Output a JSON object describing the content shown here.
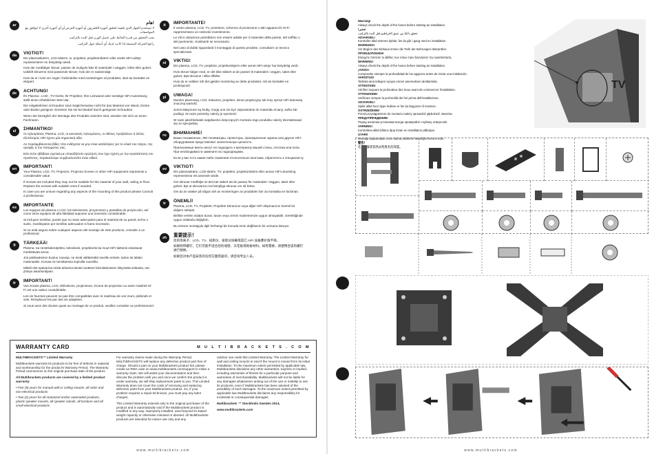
{
  "left_page": {
    "col_a": [
      {
        "code": "ar",
        "title": "!هام",
        "rtl": true,
        "paras": [
          "لا تستخدم الجهاز الذي تلقيته لتعليق أجهزة التلفزيون أو أجهزة العرض أو أي أجهزة أخرى لا تتوافق مع المواصفات",
          "يجب التحقق من قدرة الحائط على تحمل الوزن قبل البدء بالتركيب",
          "راجع الشركة المصنعة إذا كانت لديك أي أسئلة حول التركيب"
        ]
      },
      {
        "code": "da",
        "title": "VIGTIGT!",
        "rtl": false,
        "paras": [
          "Din plasmaskærm, LCD-skærm, tv, projektor, projektorskærm eller andet HiFi-udstyr repræsenterer en betydelig værdi.",
          "Hvis der medfølger skruer, passer de muligvis ikke til materialet i væggen, loftet eller gulvet. Udskift skruerne med passende skruer, hvis der er nødvendigt.",
          "Hvis du er i tvivl om noget i forbindelse med monteringen af produktet, skal du kontakte en ekspert."
        ]
      },
      {
        "code": "de",
        "title": "ACHTUNG!",
        "rtl": false,
        "paras": [
          "Ihr Plasma-, LCD-, TV-Gerät, Ihr Projektor, Ihre Leinwand oder sonstige HiFi-Ausrüstung stellt einen erheblichen Wert dar.",
          "Die mitgelieferten Schrauben sind möglicherweise nicht für das Material von Wand, Decke oder Boden geeignet. Ersetzen Sie sie bei Bedarf durch geeignete Schrauben.",
          "Wenn Sie bezüglich der Montage des Produkts unsicher sind, wenden Sie sich an einen Fachmann."
        ]
      },
      {
        "code": "el",
        "title": "ΣΗΜΑΝΤΙΚΟ!",
        "rtl": false,
        "paras": [
          "Οι τηλεοράσεις Plasma, LCD, οι κανονικές τηλεοράσεις, οι οθόνες προβολέων ή άλλος εξοπλισμός HiFi έχουν μία σημαντική αξία.",
          "Αν περιλαμβάνονται βίδες τότε ενδέχεται να μην είναι κατάλληλες για το υλικό του τοίχου, της οροφής ή του πατώματος σας.",
          "Εάν είστε αβέβαιοι σχετικά με οποιαδήποτε ερώτηση που έχει σχέση με την εγκατάσταση του προϊόντος, παρακαλούμε συμβουλευτείτε έναν ειδικό."
        ]
      },
      {
        "code": "en",
        "title": "IMPORTANT!",
        "rtl": false,
        "paras": [
          "Your Plasma, LCD, TV, Projector, Projector Screen or other HiFi equipment represents a considerable value.",
          "If screws are included they may not be suitable for the material of your wall, ceiling or floor. Replace the screws with suitable ones if needed.",
          "In case you are unsure regarding any aspects of the mounting of this product please Consult a professional."
        ]
      },
      {
        "code": "es",
        "title": "IMPORTANTE",
        "rtl": false,
        "paras": [
          "Los equipos de plasma o LCD, los televisores, proyectores y pantallas de proyección, así como otros equipos de alta fidelidad suponen una inversión considerable.",
          "Si incluyen tornillos, puede que no sean adecuados para el material de su pared, techo o suelo. Sustitúyalos por tornillos adecuados si fuera necesario.",
          "Si no está seguro sobre cualquier aspecto del montaje de este producto, consulte a un profesional."
        ]
      },
      {
        "code": "fi",
        "title": "TÄRKEÄÄ!",
        "rtl": false,
        "paras": [
          "Plasma- tai nestekidenäyttösi, televisiosi, projektorisi tai muut HiFi-laitteesi edustavat merkittävää arvoa.",
          "Jos pakkaukseen kuuluu ruuveja, ne eivät välttämättä sovellu seinän, katon tai lattian materiaaliin. Korvaa ne tarvittaessa sopivilla ruuveilla.",
          "Mikäli olet epävarma mistä tahansa tämän tuotteen kiinnittämiseen liittyvästä seikasta, ota yhteys asiantuntijaan."
        ]
      },
      {
        "code": "fr",
        "title": "IMPORTANT!",
        "rtl": false,
        "paras": [
          "Vos écrans plasma, LCD, télévisions, projecteurs, écrans de projection ou autre matériel Hi-Fi ont une valeur considérable.",
          "Les vis fournies peuvent ne pas être compatibles avec le matériau de vos murs, plafonds et sols. Remplacez-les par des vis adaptées.",
          "Si vous avez des doutes quant au montage de ce produit, veuillez consulter un professionnel."
        ]
      }
    ],
    "col_b": [
      {
        "code": "it",
        "title": "IMPORTANTE!",
        "rtl": false,
        "paras": [
          "Il vostro plasma, LCD, TV, proiettore, schermo di proiezione o altri apparecchi Hi-Fi rappresentano un notevole investimento.",
          "Le viti in dotazione potrebbero non essere adatte per il materiale della parete, del soffitto o del pavimento. Sostituirle se necessario.",
          "Nel caso di dubbi riguardanti il montaggio di questo prodotto, consultare un tecnico specializzato."
        ]
      },
      {
        "code": "nl",
        "title": "VIKTIG!",
        "rtl": false,
        "paras": [
          "Din plasma, LCD, TV, projektor, projektorskjerm eller annet HiFi-utstyr har betydelig verdi.",
          "Hvis skruer følger med, er det ikke sikkert at de passer til materialet i veggen, taket eller gulvet. Bytt skruene i slike tilfeller.",
          "Hvis du er usikker når det gjelder montering av dette produktet, må du kontakte en profesjonell."
        ]
      },
      {
        "code": "pl",
        "title": "UWAGA!",
        "rtl": false,
        "paras": [
          "Monitor plazmowy, LCD, telewizor, projektor, ekran projekcyjny lub inny sprzęt HiFi stanowią znaczną wartość.",
          "Jeżeli dołączone są śruby, mogą one nie być odpowiednie do materiału ściany, sufitu lub podłogi. W razie potrzeby należy je wymienić.",
          "W razie jakichkolwiek wątpliwości dotyczących montażu tego produktu należy skontaktować się ze specjalistą."
        ]
      },
      {
        "code": "ru",
        "title": "ВНИМАНИЕ!",
        "rtl": false,
        "paras": [
          "Ваши плазменные, ЖК-телевизоры, проекторы, проекционные экраны или другое HiFi-оборудование представляют значительную ценность.",
          "Прилагаемые винты могут не подходить к материалу вашей стены, потолка или пола. При необходимости замените их подходящими.",
          "Если у вас есть какие-либо сомнения относительно монтажа, обратитесь к специалисту."
        ]
      },
      {
        "code": "sv",
        "title": "VIKTIGT!",
        "rtl": false,
        "paras": [
          "Din plasmaskärm, LCD-skärm, TV, projektor, projektorskärm eller annan HiFi-utrustning representerar ett avsevärt värde.",
          "Om skruvar medföljer är det inte säkert att de passar för materialet i väggen, taket eller golvet. Byt ut skruvarna mot lämpliga skruvar om så krävs.",
          "Om du är osäker på någon del av monteringen av produkten bör du kontakta en fackman."
        ]
      },
      {
        "code": "tr",
        "title": "ÖNEMLİ!",
        "rtl": false,
        "paras": [
          "Plazma, LCD, TV, Projektör, Projektör Ekranınız veya diğer HiFi ekipmanınız önemli bir değere sahiptir.",
          "Birlikte verilen vidalar duvar, tavan veya zemin malzemenize uygun olmayabilir. Gerektiğinde uygun vidalarla değiştirin.",
          "Bu ürünün montajıyla ilgili herhangi bir konuda emin değilseniz bir uzmana danışın."
        ]
      },
      {
        "code": "zh",
        "title": "重要提示！",
        "rtl": false,
        "paras": [
          "您的等离子、LCD、TV、投影仪、投影仪屏幕或其它 HiFi 设备都价值不菲。",
          "如果附带螺钉，它们可能不适合您的墙壁、天花板或地板材料。如有需要，请使用合适的螺钉进行替换。",
          "如果您对本产品安装的任何方面有疑问，请咨询专业人员。"
        ]
      }
    ],
    "warranty": {
      "title": "WARRANTY CARD",
      "brand": "M U L T I B R A C K E T S . C O M",
      "col1": [
        {
          "text": "MULTIBRACKETS™ Limited Warranty",
          "style": "bold"
        },
        {
          "text": "Multibrackets warrants its products to be free of defects in material and workmanship for the product's Warranty Period. The Warranty Period commences on the original purchase date of the product.",
          "style": ""
        },
        {
          "text": "All Multibrackets products are covered by a limited product warranty:",
          "style": "bold"
        },
        {
          "text": "• Five (5) years for manual wall or ceiling mounts, all racks and non-electrical products.",
          "style": "ital"
        },
        {
          "text": "• Two (2) years for all motorized and/or automated products, plastic speaker mounts, all speaker stands, all furniture and all small electrical products.",
          "style": "ital"
        }
      ],
      "col2": [
        {
          "text": "For warranty claims made during the Warranty Period, MULTIBRACKETS will replace any defective product part free of charge. Should a part on your Multibrackets product fail, please create an RMA case on www.multibrackets.com/support to make a warranty claim. We will assist your documentation and then discuss the problem with you and once we confirm the product is under warranty, we will ship replacement parts to you. This Limited Warranty does not cover the costs of removing and replacing defective parts from your Multibrackets product. So, if your problem requires a repair technician, you must pay any labor charges.",
          "style": ""
        },
        {
          "text": "This Limited Warranty extends only to the original purchaser of the product and is automatically void if the Multibrackets product is modified in any way, improperly installed, used beyond its stated weight capacity or otherwise misused or abused. All Multibrackets products are intended for indoor use only and any",
          "style": ""
        }
      ],
      "col3": [
        {
          "text": "outdoor use voids this Limited Warranty. The Limited Warranty for wall and ceiling mounts is void if the mount is moved from its initial installation. To the maximum extent permitted by applicable law, Multibrackets disclaims any other warranties, express or implied, including warranties of fitness for a particular purpose and warranties of merchantability. Multibrackets will not be liable for any damages whatsoever arising out of the use or inability to use its products, even if Multibrackets has been advised of the possibility of such damages. To the maximum extent permitted by applicable law Multibrackets disclaims any responsibility for incidental or consequential damages.",
          "style": ""
        },
        {
          "text": "Multibrackets ™ Stockholm Sweden 2014,",
          "style": "bold"
        },
        {
          "text": "www.multibrackets.com",
          "style": "bold"
        }
      ]
    },
    "footer": "www.multibrackets.com"
  },
  "right_page": {
    "warnings": [
      {
        "title": "Warning!",
        "text": "Always check the depth of the hoses before starting an installation."
      },
      {
        "title": "!تحذير",
        "text": "تحقق دائمًا من عمق الخراطيم قبل البدء بالتركيب"
      },
      {
        "title": "ADVARSEL!",
        "text": "Kontroller altid rørenes dybde, før du går i gang med en installation."
      },
      {
        "title": "WARNUNG!",
        "text": "Vor Beginn des Einbaus immer die Tiefe der Bohrungen überprüfen."
      },
      {
        "title": "ΠΡΟΕΙΔΟΠΟΙΗΣΗ!",
        "text": "Ελέγχετε πάντοτε το βάθος των οπών πριν ξεκινήσετε την εγκατάσταση."
      },
      {
        "title": "WARNING!",
        "text": "Always check the depth of the hoses before starting an installation."
      },
      {
        "title": "¡AVISO!",
        "text": "Compruebe siempre la profundidad de los agujeros antes de iniciar una instalación."
      },
      {
        "title": "VAROITUS!",
        "text": "Tarkista aina letkujen syvyys ennen asennuksen aloittamista."
      },
      {
        "title": "ATTENTION!",
        "text": "Vérifiez toujours la profondeur des trous avant de commencer l'installation."
      },
      {
        "title": "ATTENZIONE!",
        "text": "Verificare sempre la profondità dei fori prima dell'installazione."
      },
      {
        "title": "ADVARSEL!",
        "text": "Sjekk alltid hvor dype hullene er før du begynner å montere."
      },
      {
        "title": "OSTRZEŻENIE!",
        "text": "Przed przystąpieniem do montażu należy sprawdzić głębokość otworów."
      },
      {
        "title": "ПРЕДУПРЕЖДЕНИЕ!",
        "text": "Перед началом установки всегда проверяйте глубину отверстий."
      },
      {
        "title": "VARNING!",
        "text": "Kontrollera alltid hålens djup innan en installation påbörjas."
      },
      {
        "title": "UYARI!",
        "text": "Montaja başlamadan önce daima deliklerin derinliğini kontrol edin."
      },
      {
        "title": "警告！",
        "text": "在开始安装前务必检查孔的深度。"
      }
    ],
    "tv_label": "TV",
    "footer": "www.multibrackets.com"
  }
}
